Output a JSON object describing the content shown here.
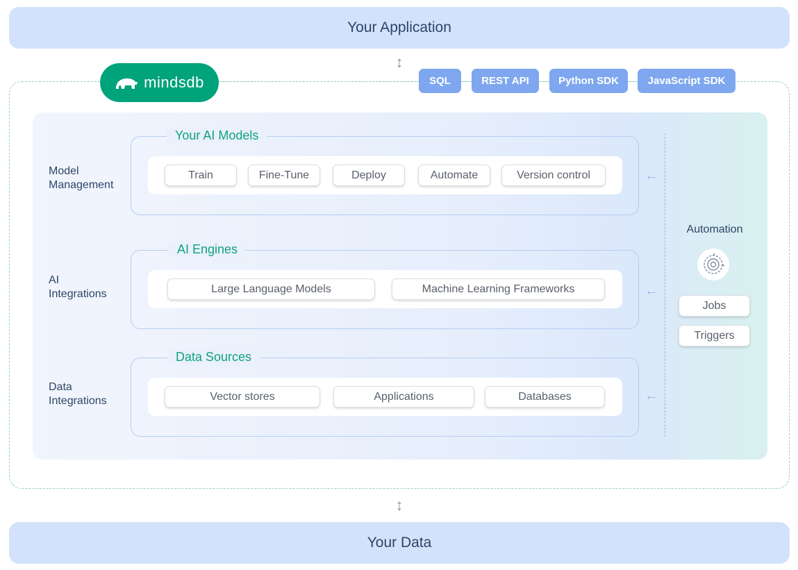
{
  "top_bar": {
    "label": "Your Application"
  },
  "bottom_bar": {
    "label": "Your Data"
  },
  "logo": {
    "text": "mindsdb",
    "icon": "mindsdb-bear-icon"
  },
  "api_buttons": [
    "SQL",
    "REST API",
    "Python SDK",
    "JavaScript SDK"
  ],
  "groups": [
    {
      "side_label": [
        "Model",
        "Management"
      ],
      "title": "Your AI Models",
      "chips": [
        "Train",
        "Fine-Tune",
        "Deploy",
        "Automate",
        "Version control"
      ]
    },
    {
      "side_label": [
        "AI",
        "Integrations"
      ],
      "title": "AI Engines",
      "chips": [
        "Large Language Models",
        "Machine Learning Frameworks"
      ]
    },
    {
      "side_label": [
        "Data",
        "Integrations"
      ],
      "title": "Data Sources",
      "chips": [
        "Vector stores",
        "Applications",
        "Databases"
      ]
    }
  ],
  "automation": {
    "label": "Automation",
    "icon": "automation-gear-icon",
    "items": [
      "Jobs",
      "Triggers"
    ]
  },
  "colors": {
    "brand_green": "#00a37a",
    "api_blue": "#7ea7ef",
    "bar_blue": "#d3e2fb",
    "title_green": "#10a37f"
  }
}
